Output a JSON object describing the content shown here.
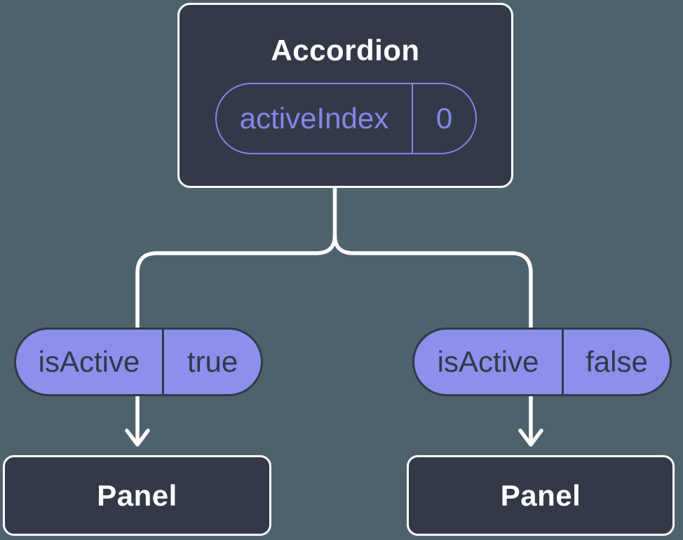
{
  "diagram": {
    "type": "component-state-tree",
    "root": {
      "title": "Accordion",
      "state": {
        "label": "activeIndex",
        "value": "0"
      }
    },
    "children": [
      {
        "prop": {
          "label": "isActive",
          "value": "true"
        },
        "node": {
          "title": "Panel"
        }
      },
      {
        "prop": {
          "label": "isActive",
          "value": "false"
        },
        "node": {
          "title": "Panel"
        }
      }
    ]
  },
  "colors": {
    "bg": "#4e626b",
    "node_fill": "#333947",
    "node_border": "#ffffff",
    "purple_fill": "#8a90ec",
    "purple_stroke": "#8287ea",
    "dark_text": "#323947",
    "light_text": "#ffffff",
    "connector": "#ffffff"
  }
}
